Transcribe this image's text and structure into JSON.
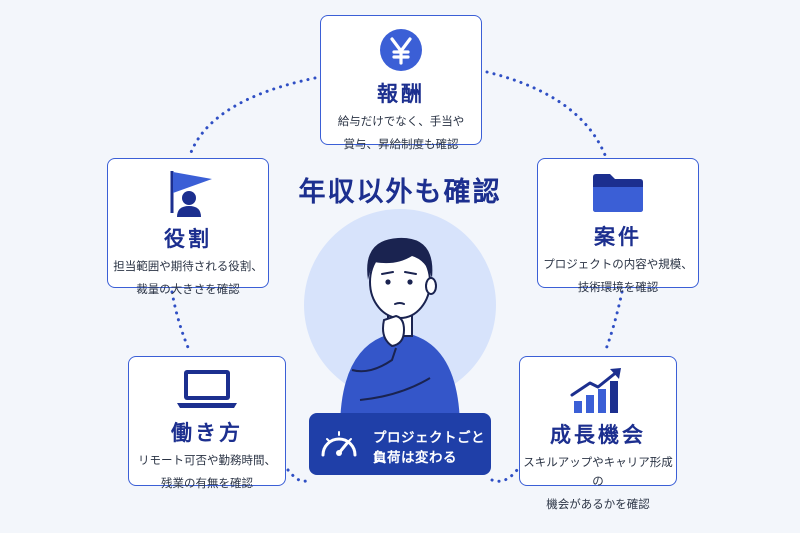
{
  "center": {
    "title": "年収以外も確認",
    "banner_line1": "プロジェクトごとに",
    "banner_line2": "負荷は変わる",
    "banner_icon": "gauge-icon"
  },
  "cards": {
    "top": {
      "icon": "yen-icon",
      "title": "報酬",
      "desc1": "給与だけでなく、手当や",
      "desc2": "賞与、昇給制度も確認"
    },
    "left": {
      "icon": "flag-person-icon",
      "title": "役割",
      "desc1": "担当範囲や期待される役割、",
      "desc2": "裁量の大きさを確認"
    },
    "right": {
      "icon": "folder-icon",
      "title": "案件",
      "desc1": "プロジェクトの内容や規模、",
      "desc2": "技術環境を確認"
    },
    "bottom_left": {
      "icon": "laptop-icon",
      "title": "働き方",
      "desc1": "リモート可否や勤務時間、",
      "desc2": "残業の有無を確認"
    },
    "bottom_right": {
      "icon": "growth-chart-icon",
      "title": "成長機会",
      "desc1": "スキルアップやキャリア形成の",
      "desc2": "機会があるかを確認"
    }
  },
  "colors": {
    "accent": "#3b5fd6",
    "dark": "#1c2f8f",
    "banner": "#1f3fa8",
    "background": "#f3f6fb"
  }
}
